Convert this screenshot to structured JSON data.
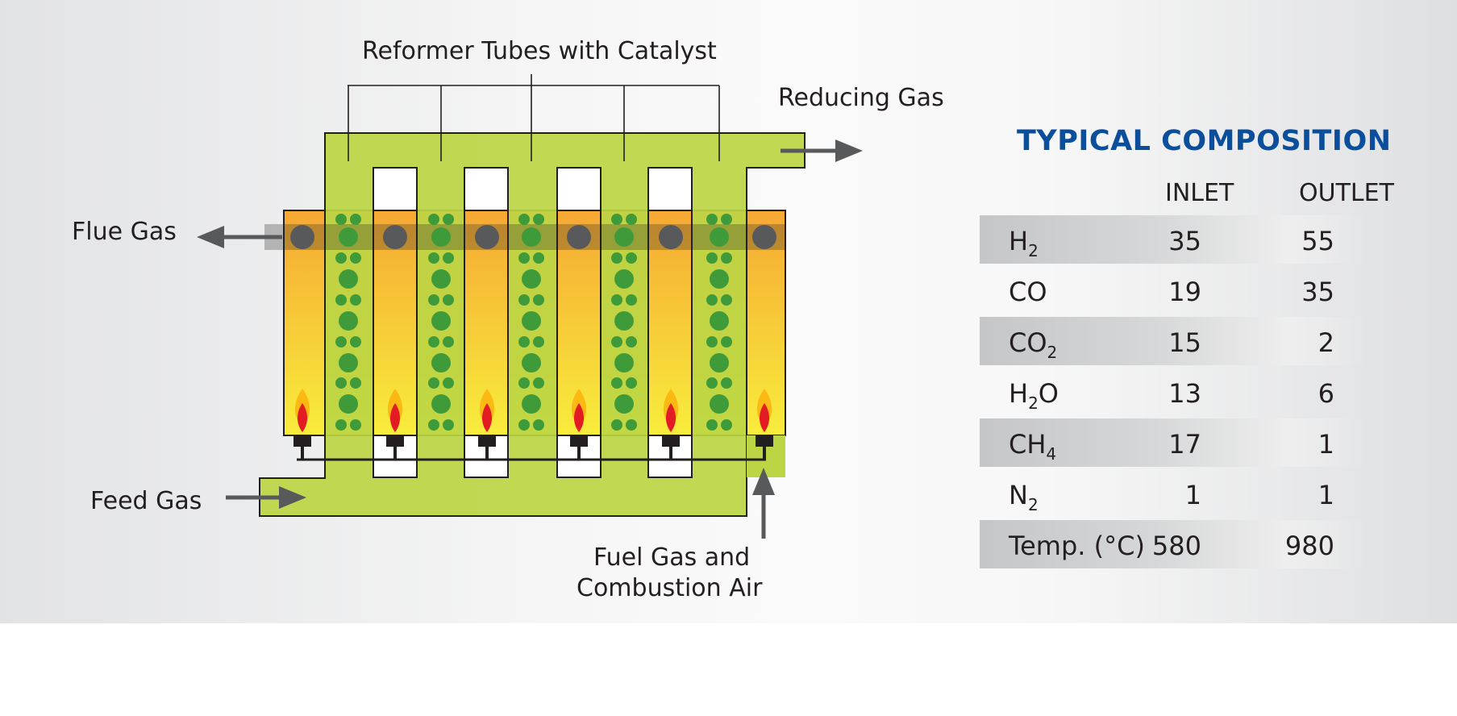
{
  "labels": {
    "reformer_tubes": "Reformer Tubes with Catalyst",
    "reducing_gas": "Reducing Gas",
    "flue_gas": "Flue Gas",
    "feed_gas": "Feed Gas",
    "fuel_gas_line1": "Fuel Gas and",
    "fuel_gas_line2": "Combustion Air"
  },
  "table": {
    "title": "TYPICAL COMPOSITION",
    "headers": {
      "inlet": "INLET",
      "outlet": "OUTLET"
    },
    "rows": [
      {
        "base": "H",
        "sub": "2",
        "tail": "",
        "inlet": "35",
        "outlet": "55"
      },
      {
        "base": "CO",
        "sub": "",
        "tail": "",
        "inlet": "19",
        "outlet": "35"
      },
      {
        "base": "CO",
        "sub": "2",
        "tail": "",
        "inlet": "15",
        "outlet": "2"
      },
      {
        "base": "H",
        "sub": "2",
        "tail": "O",
        "inlet": "13",
        "outlet": "6"
      },
      {
        "base": "CH",
        "sub": "4",
        "tail": "",
        "inlet": "17",
        "outlet": "1"
      },
      {
        "base": "N",
        "sub": "2",
        "tail": "",
        "inlet": "1",
        "outlet": "1"
      },
      {
        "base": "Temp. (°C)",
        "sub": "",
        "tail": "",
        "inlet": "580",
        "outlet": "980"
      }
    ]
  },
  "colors": {
    "tube_green": "#bcd544",
    "catalyst_green": "#3f9b3a",
    "furnace_orange": "#f6a833",
    "furnace_yellow": "#f8e93a",
    "flame_red": "#e31b23",
    "flame_yellow": "#fdb913",
    "arrow_gray": "#58595b",
    "title_blue": "#0b4f9c"
  }
}
